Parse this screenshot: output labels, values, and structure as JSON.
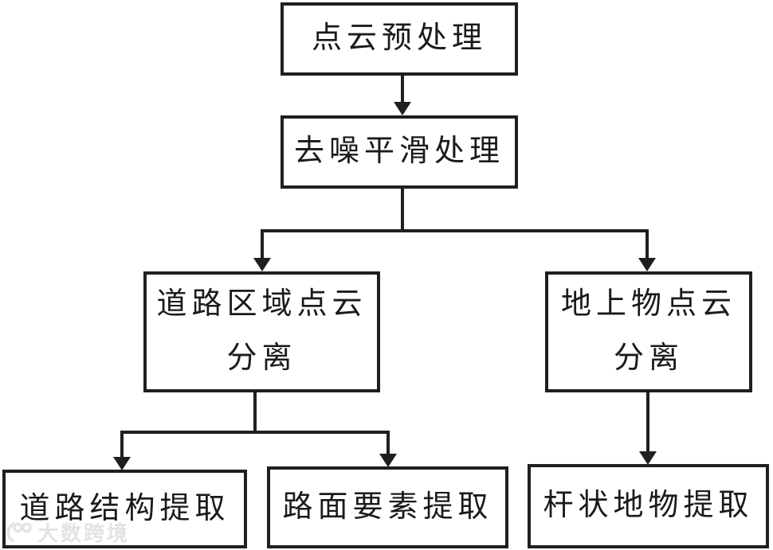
{
  "diagram": {
    "type": "flowchart",
    "colors": {
      "line": "#1f1f1f",
      "background": "#ffffff",
      "watermark": "#e3e3e3"
    },
    "nodes": {
      "preprocess": {
        "label": "点云预处理"
      },
      "denoise": {
        "label": "去噪平滑处理"
      },
      "road_region": {
        "line1": "道路区域点云",
        "line2": "分离"
      },
      "above_ground": {
        "line1": "地上物点云",
        "line2": "分离"
      },
      "road_structure": {
        "label": "道路结构提取"
      },
      "road_surface": {
        "label": "路面要素提取"
      },
      "pole": {
        "label": "杆状地物提取"
      }
    },
    "edges": [
      {
        "from": "点云预处理",
        "to": "去噪平滑处理"
      },
      {
        "from": "去噪平滑处理",
        "to": "道路区域点云分离"
      },
      {
        "from": "去噪平滑处理",
        "to": "地上物点云分离"
      },
      {
        "from": "道路区域点云分离",
        "to": "道路结构提取"
      },
      {
        "from": "道路区域点云分离",
        "to": "路面要素提取"
      },
      {
        "from": "地上物点云分离",
        "to": "杆状地物提取"
      }
    ],
    "watermark": {
      "text": "大数跨境"
    }
  }
}
